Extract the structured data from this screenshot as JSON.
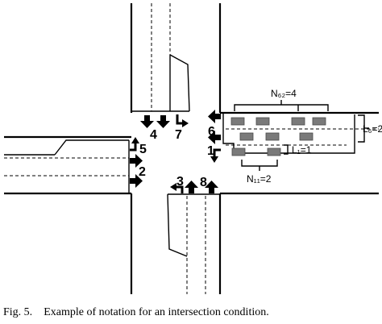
{
  "movements": [
    {
      "id": "4",
      "text": "4"
    },
    {
      "id": "7",
      "text": "7"
    },
    {
      "id": "6",
      "text": "6"
    },
    {
      "id": "1",
      "text": "1"
    },
    {
      "id": "5",
      "text": "5"
    },
    {
      "id": "2",
      "text": "2"
    },
    {
      "id": "3",
      "text": "3"
    },
    {
      "id": "8",
      "text": "8"
    }
  ],
  "annotations": {
    "n62": "N₆₂=4",
    "l6": "L₆=2",
    "l1": "L₁=1",
    "n11": "N₁₁=2"
  },
  "caption": {
    "number": "Fig. 5.",
    "text": "Example of notation for an intersection condition."
  }
}
